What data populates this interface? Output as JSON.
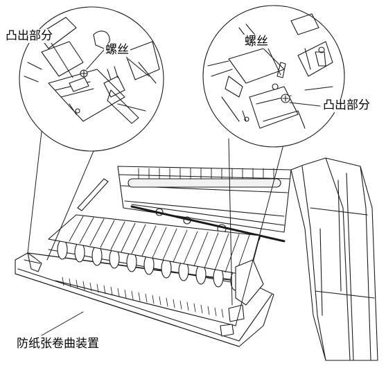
{
  "labels": {
    "left_callout_protrusion": "凸出部分",
    "left_callout_screw": "螺丝",
    "right_callout_screw": "螺丝",
    "right_callout_protrusion": "凸出部分",
    "bottom_label": "防纸张卷曲装置"
  },
  "colors": {
    "line": "#1a1a1a",
    "shade": "#9a9a9a",
    "background": "#ffffff"
  }
}
